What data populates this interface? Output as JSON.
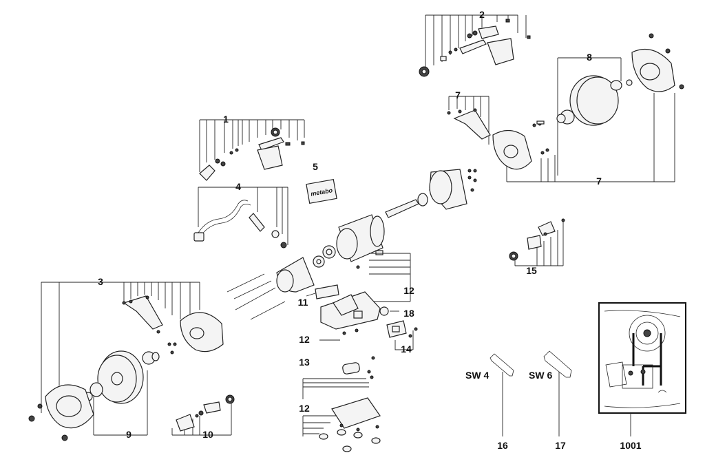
{
  "callouts": {
    "c1": "1",
    "c2": "2",
    "c3": "3",
    "c4": "4",
    "c5": "5",
    "c7a": "7",
    "c7b": "7",
    "c8": "8",
    "c9": "9",
    "c10": "10",
    "c11": "11",
    "c12a": "12",
    "c12b": "12",
    "c12c": "12",
    "c13": "13",
    "c14": "14",
    "c15": "15",
    "c16": "16",
    "c17": "17",
    "c18": "18",
    "c1001": "1001"
  },
  "tools": {
    "sw4": "SW 4",
    "sw6": "SW 6"
  },
  "logo_text": "metabo"
}
